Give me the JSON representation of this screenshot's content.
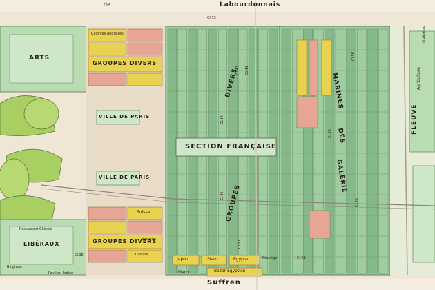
{
  "streets": {
    "top_de": "de",
    "top": "Labourdonnais",
    "bottom": "Suffren"
  },
  "areas": {
    "arts": "ARTS",
    "groupes_divers_top": "GROUPES DIVERS",
    "groupes_divers_bottom": "GROUPES DIVERS",
    "ville_de_paris_top": "VILLE DE PARIS",
    "ville_de_paris_bottom": "VILLE DE PARIS",
    "liberaux": "LIBÉRAUX",
    "section_francaise": "SECTION FRANÇAISE",
    "divers": "DIVERS",
    "groupes": "GROUPES",
    "marines": "MARINES",
    "galerie": "GALERIE",
    "des": "DES",
    "fleuve": "FLEUVE",
    "agriculture": "Agriculture",
    "galeries": "Galeries",
    "colonies_anglaises": "Colonies Anglaises",
    "suisse": "Suisse",
    "japon": "Japon",
    "siam": "Siam",
    "egypte": "Egypte",
    "bazar_egyptien": "Bazar Egyptien",
    "pavillon_indien": "Pavillon Indien",
    "belgique": "Belgique",
    "restaurant_chinois": "Restaurant Chinois",
    "cuisine": "Cuisine",
    "maroc": "Maroc",
    "autriche": "Autriche",
    "norvege": "Norvège"
  },
  "classes": [
    "Cl.73",
    "Cl.43",
    "Cl.41",
    "Cl.32",
    "Cl.35",
    "Cl.60",
    "Cl.38",
    "Cl.56",
    "Cl.61",
    "Cl.51",
    "Cl.15"
  ],
  "colors": {
    "green": "#9fcca0",
    "green_dark": "#86b98a",
    "yellow": "#e9d24f",
    "pink": "#e7a595",
    "paper": "#efe6d6",
    "lawn": "#a9cf63"
  }
}
